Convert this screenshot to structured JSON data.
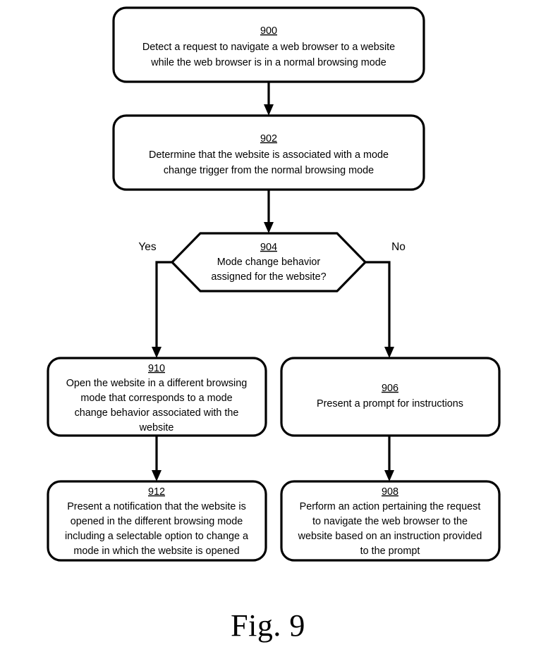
{
  "figure": {
    "caption": "Fig. 9",
    "type": "patent-flowchart"
  },
  "nodes": {
    "n900": {
      "ref": "900",
      "shape": "rounded-rectangle",
      "lines": [
        "Detect a request to navigate a web browser to a website",
        "while the web browser is in a normal browsing mode"
      ]
    },
    "n902": {
      "ref": "902",
      "shape": "rounded-rectangle",
      "lines": [
        "Determine that the website is associated with a mode",
        "change trigger from the normal browsing mode"
      ]
    },
    "n904": {
      "ref": "904",
      "shape": "hexagon",
      "lines": [
        "Mode change behavior",
        "assigned for the website?"
      ]
    },
    "n906": {
      "ref": "906",
      "shape": "rounded-rectangle",
      "lines": [
        "Present a prompt for instructions"
      ]
    },
    "n908": {
      "ref": "908",
      "shape": "rounded-rectangle",
      "lines": [
        "Perform an action pertaining the request",
        "to navigate the web browser to the",
        "website based on an instruction provided",
        "to the prompt"
      ]
    },
    "n910": {
      "ref": "910",
      "shape": "rounded-rectangle",
      "lines": [
        "Open the website in a different browsing",
        "mode that corresponds to a mode",
        "change behavior associated with the",
        "website"
      ]
    },
    "n912": {
      "ref": "912",
      "shape": "rounded-rectangle",
      "lines": [
        "Present a notification that the website is",
        "opened in the different browsing mode",
        "including a selectable option to change a",
        "mode in which the website is opened"
      ]
    }
  },
  "branches": {
    "yes_label": "Yes",
    "no_label": "No"
  },
  "colors": {
    "stroke": "#000000",
    "fill": "#ffffff",
    "text": "#000000"
  }
}
